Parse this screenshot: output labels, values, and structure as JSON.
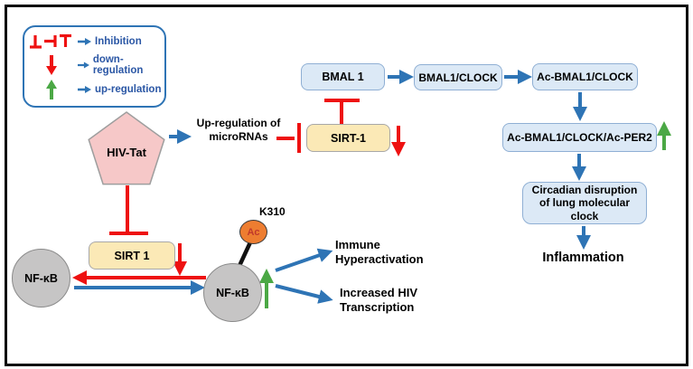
{
  "figure": {
    "legend": {
      "items": [
        {
          "symbol": "inhibition-tbar",
          "label": "Inhibition"
        },
        {
          "symbol": "red-down-arrow",
          "label": "down-regulation"
        },
        {
          "symbol": "green-up-arrow",
          "label": "up-regulation"
        }
      ]
    },
    "nodes": {
      "hiv_tat": "HIV-Tat",
      "upreg_micrornas": "Up-regulation of\nmicroRNAs",
      "sirt1_top": "SIRT-1",
      "bmal1": "BMAL 1",
      "bmal1_clock": "BMAL1/CLOCK",
      "ac_bmal1_clock": "Ac-BMAL1/CLOCK",
      "ac_bmal1_clock_ac_per2": "Ac-BMAL1/CLOCK/Ac-PER2",
      "circadian_disruption": "Circadian disruption\nof lung molecular\nclock",
      "inflammation": "Inflammation",
      "sirt1_bottom": "SIRT 1",
      "nfkb_left": "NF-κB",
      "nfkb_right": "NF-κB",
      "ac_mark": "Ac",
      "k310": "K310",
      "immune_hyperactivation": "Immune\nHyperactivation",
      "increased_hiv_transcription": "Increased HIV\nTranscription"
    },
    "colors": {
      "arrow_blue": "#2E74B5",
      "inhibition_red": "#EE1111",
      "upregulation_green": "#4BA845",
      "box_blue_fill": "#DCE9F6",
      "box_yellow_fill": "#FBE9B6",
      "pentagon_pink": "#F6C8C8",
      "circle_gray": "#C6C5C5",
      "ac_orange": "#ED7D31",
      "legend_text_blue": "#2B57A5"
    }
  }
}
